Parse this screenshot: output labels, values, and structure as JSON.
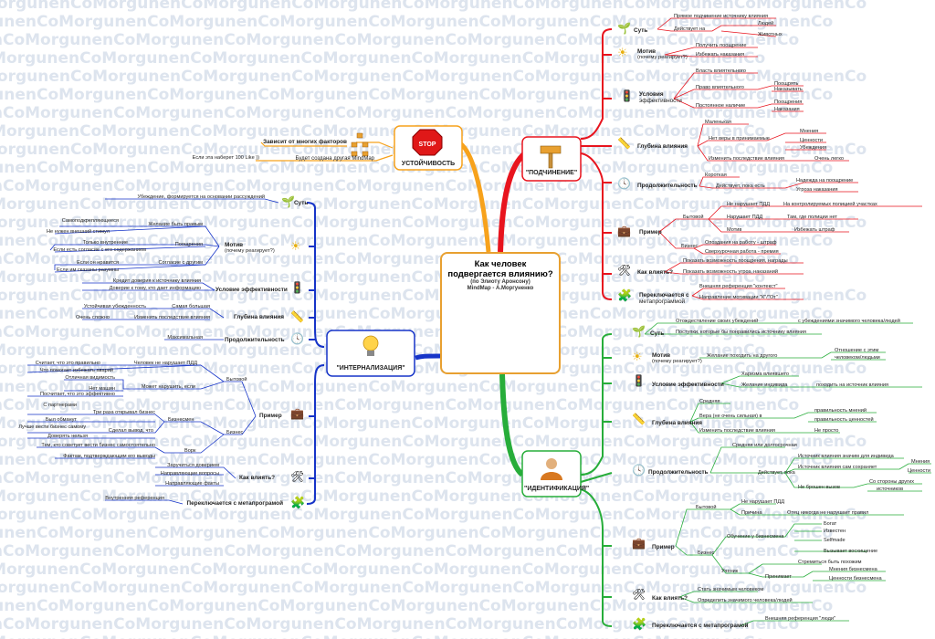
{
  "watermark": "MorgunenCoMorgunenCoMorgunenCoMorgunenCoMorgunenCoMorgunenCoMorgunenCoMorgunenCo",
  "center": {
    "title_line1": "Как человек",
    "title_line2": "подвергается влиянию?",
    "subtitle": "(по Элиоту Аронсону)",
    "author": "MindMap - А.Моргуненко"
  },
  "topics": {
    "podchinenie": "\"ПОДЧИНЕНИЕ\"",
    "ustoychivost": "УСТОЙЧИВОСТЬ",
    "internalizatsiya": "\"ИНТЕРНАЛИЗАЦИЯ\"",
    "identifikatsiya": "\"ИДЕНТИФИКАЦИЯ\""
  },
  "sub": {
    "sut": "Суть",
    "motiv": "Мотив",
    "motiv2": "(почему реагирует?)",
    "uslovia": "Условия",
    "uslovia2": "эффективности",
    "uslovia_full": "Условие эффективности",
    "glubina": "Глубина влияния",
    "prodolzh": "Продолжительность",
    "primer": "Пример",
    "kak": "Как влиять?",
    "perekl": "Переключается с",
    "perekl2": "метапрограммой",
    "perekl_full": "Переключается с метапрограмой",
    "zavisit": "Зависит от многих факторов",
    "budet": "Будет создана другая MindMap",
    "esli_100": "Если эта наберет 100 Like ))"
  },
  "pod": {
    "sut1": "Прямое подчинение источнику влияния",
    "sut2": "Действует на",
    "sut_l": "Людей",
    "sut_j": "Животных",
    "m1": "Получить поощрение",
    "m2": "Избежать наказания",
    "u1": "Власть влиятельного",
    "u2": "Право влиятельного",
    "u2a": "Поощрять",
    "u2b": "Наказывать",
    "u3": "Постоянное наличие",
    "u3a": "Поощрения",
    "u3b": "Наказания",
    "g1": "Маленькая",
    "g2": "Нет веры в принимаемые",
    "g2a": "Мнения",
    "g2b": "Ценности",
    "g2c": "Убеждения",
    "g3": "Изменить последствие влияния",
    "g3a": "Очень легко",
    "p1": "Короткая",
    "p2": "Действует, пока есть",
    "p2a": "Надежда на поощрение",
    "p2b": "Угроза наказания",
    "e_byt": "Бытовой",
    "e1": "Не нарушает ПДД",
    "e1a": "На контролируемых полицией участках",
    "e2": "Нарушает ПДД",
    "e2a": "Там, где полиции нет",
    "e3": "Мотив",
    "e3a": "Избежать штраф",
    "e_biz": "Бизнес",
    "e4": "Опоздания на работу - штраф",
    "e5": "Сверхурочная работа - премия",
    "k1": "Показать возможность поощрения, награды",
    "k2": "Показать возможность угроз, наказаний",
    "x1": "Внешняя референция \"контекст\"",
    "x2": "Направление мотивации \"К\"/\"От\""
  },
  "int": {
    "sut1": "Убеждение, формируется на основании рассуждений",
    "m1": "Самоподкрепляющееся",
    "m1a": "Желание быть правым",
    "m2": "Не нужен внешний стимул",
    "m3": "Только внутренние",
    "m3a": "Поощрения",
    "m4": "Если есть согласие с его содержанием",
    "m5": "Если он нравится",
    "m5a": "Согласие с другим",
    "m6": "Если им сказаны разумны",
    "u1": "Кредит доверия к источнику влияния",
    "u2": "Доверие к тому, кто дает информацию",
    "g1": "Устойчивая убежденность",
    "g1a": "Самая большая",
    "g2": "Очень сложно",
    "g2a": "Изменить последствие влияния",
    "p1": "Максимальная",
    "e_byt": "Бытовой",
    "e1": "Считает, что это правильно",
    "e1a": "Человек не нарушает ПДД",
    "e2": "Что помогает избежать аварий",
    "e3": "Отличная видимость",
    "e4": "Нет машин",
    "e4a": "Может нарушить, если",
    "e5": "Посчитает, что это эффективно",
    "e_biz": "Бизнес",
    "e_bizn": "Бизнесмен",
    "e6": "С партнерами",
    "e6a": "Три раза открывал бизнес",
    "e7": "Был обманут",
    "e8": "Лучше вести бизнес самому",
    "e8a": "Сделал вывод, что",
    "e9": "Доверять нельзя",
    "e_vork": "Ворк",
    "e10": "Тем, кто советует вести бизнес самостоятельно",
    "e11": "Фактам, подтверждающим его выводы",
    "k1": "Заручиться доверием",
    "k2": "Направляющие вопросы",
    "k3": "Направляющие факты",
    "x1": "Внутренняя референция"
  },
  "ide": {
    "sut1": "Отождествление своих убеждений",
    "sut1a": "с убеждениями значимого человека/людей",
    "sut2": "Поступки, которые бы понравились источнику влияния",
    "m1": "Желание походить на другого",
    "m1a": "Отношение с этим",
    "m1b": "человеком/людьми",
    "u1": "Харизма влиявшего",
    "u2": "Желание индивида",
    "u2a": "походить на источник влияния",
    "g1": "Средняя",
    "g2": "Вера (не очень сильная) в",
    "g2a": "правильность мнений",
    "g2b": "правильность ценностей",
    "g3": "Изменить последствие влияния",
    "g3a": "Не просто",
    "p1": "Средняя или долгосрочная",
    "p2": "Действует, пока",
    "p2a": "Источник влияния значим для индивида",
    "p2b": "Источник влияния сам сохраняет",
    "p2b1": "Мнения",
    "p2b2": "Ценности",
    "p2c": "Не брошен вызов",
    "p2c1": "Со стороны других",
    "p2c2": "источников",
    "e_byt": "Бытовой",
    "e1": "Не нарушает ПДД",
    "e2": "Причина",
    "e2a": "Отец никогда не нарушает правил",
    "e_biz": "Бизнес",
    "e3": "Обучение у бизнесмена",
    "e3a": "Богат",
    "e3b": "Известен",
    "e3c": "Selfmade",
    "e3d": "Вызывает восхищение",
    "e4": "Ученик",
    "e4a": "Стремиться быть похожим",
    "e4b": "Принимает",
    "e4b1": "Мнения бизнесмена",
    "e4b2": "Ценности бизнесмена",
    "k1": "Стать значимым человеком",
    "k2": "Определить значимого человека/людей",
    "x1": "Внешняя референция \"люди\""
  },
  "colors": {
    "podchinenie": "#e8141e",
    "ustoychivost": "#f7a21c",
    "internalizatsiya": "#1634c8",
    "identifikatsiya": "#27ad3a"
  }
}
